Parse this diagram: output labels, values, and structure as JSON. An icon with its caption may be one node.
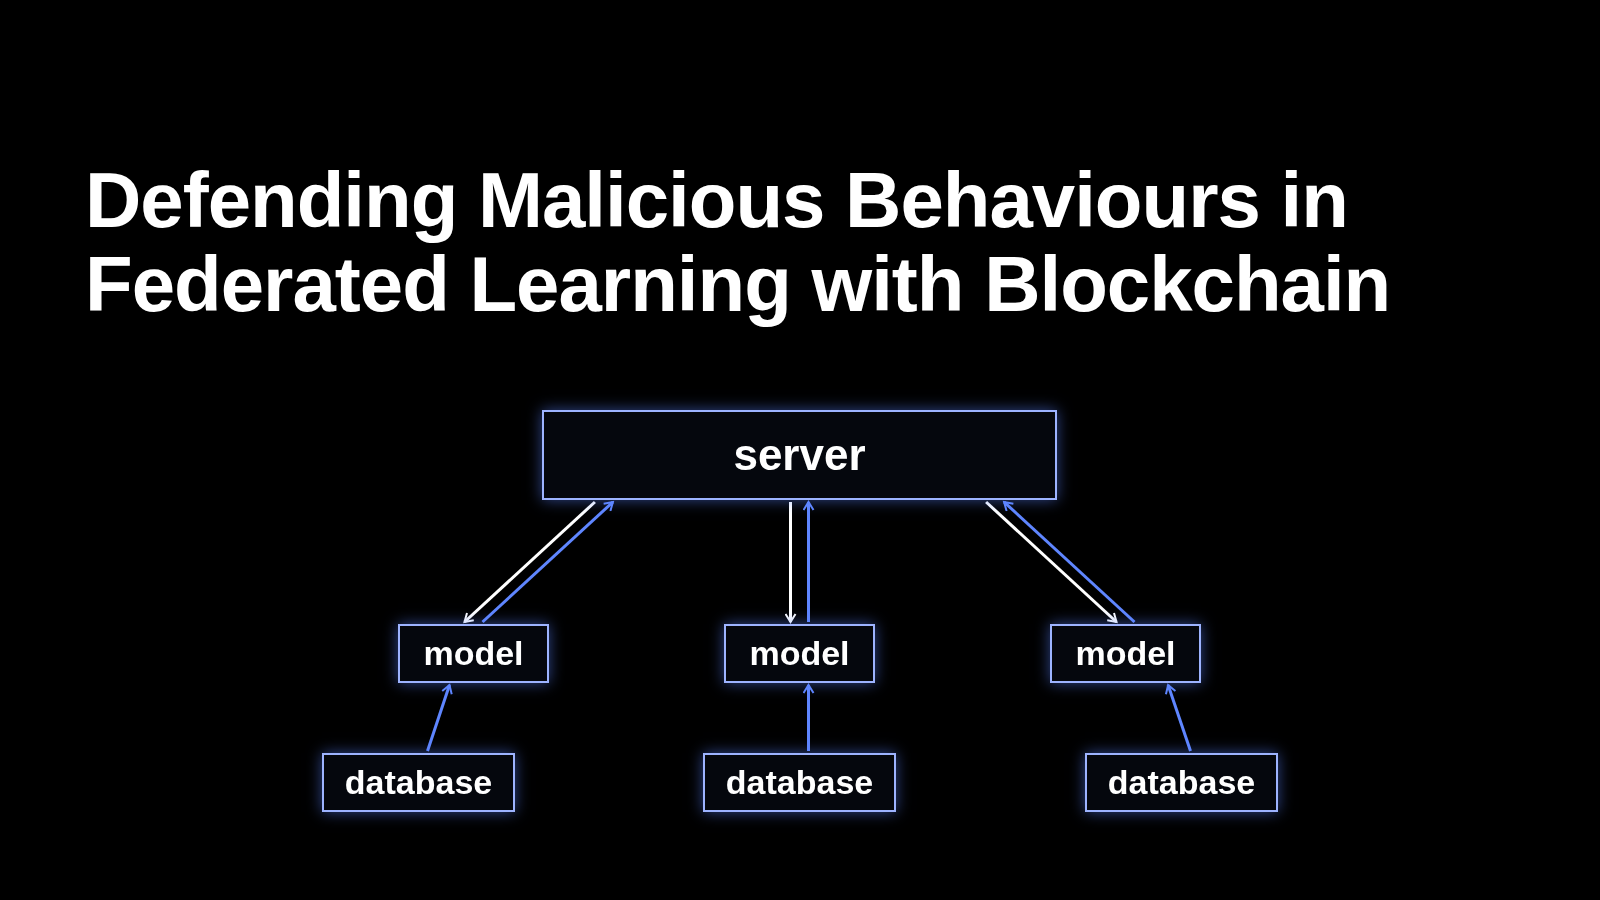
{
  "diagram": {
    "title": "Defending Malicious Behaviours in Federated Learning with Blockchain",
    "nodes": [
      {
        "text": [
          "server"
        ]
      },
      {
        "text": [
          "model"
        ]
      },
      {
        "text": [
          "model"
        ]
      },
      {
        "text": [
          "model"
        ]
      },
      {
        "text": [
          "database"
        ]
      },
      {
        "text": [
          "database"
        ]
      },
      {
        "text": [
          "database"
        ]
      }
    ],
    "edges": [
      {
        "from": 0,
        "to": 1,
        "arrow": "to",
        "color": "#ffffff"
      },
      {
        "from": 1,
        "to": 0,
        "arrow": "to"
      },
      {
        "from": 0,
        "to": 2,
        "arrow": "to",
        "color": "#ffffff"
      },
      {
        "from": 2,
        "to": 0,
        "arrow": "to"
      },
      {
        "from": 3,
        "to": 0,
        "arrow": "to"
      },
      {
        "from": 0,
        "to": 3,
        "arrow": "to",
        "color": "#ffffff"
      },
      {
        "from": 4,
        "to": 1,
        "arrow": "to"
      },
      {
        "from": 5,
        "to": 2,
        "arrow": "to"
      },
      {
        "from": 6,
        "to": 3,
        "arrow": "to"
      }
    ]
  }
}
